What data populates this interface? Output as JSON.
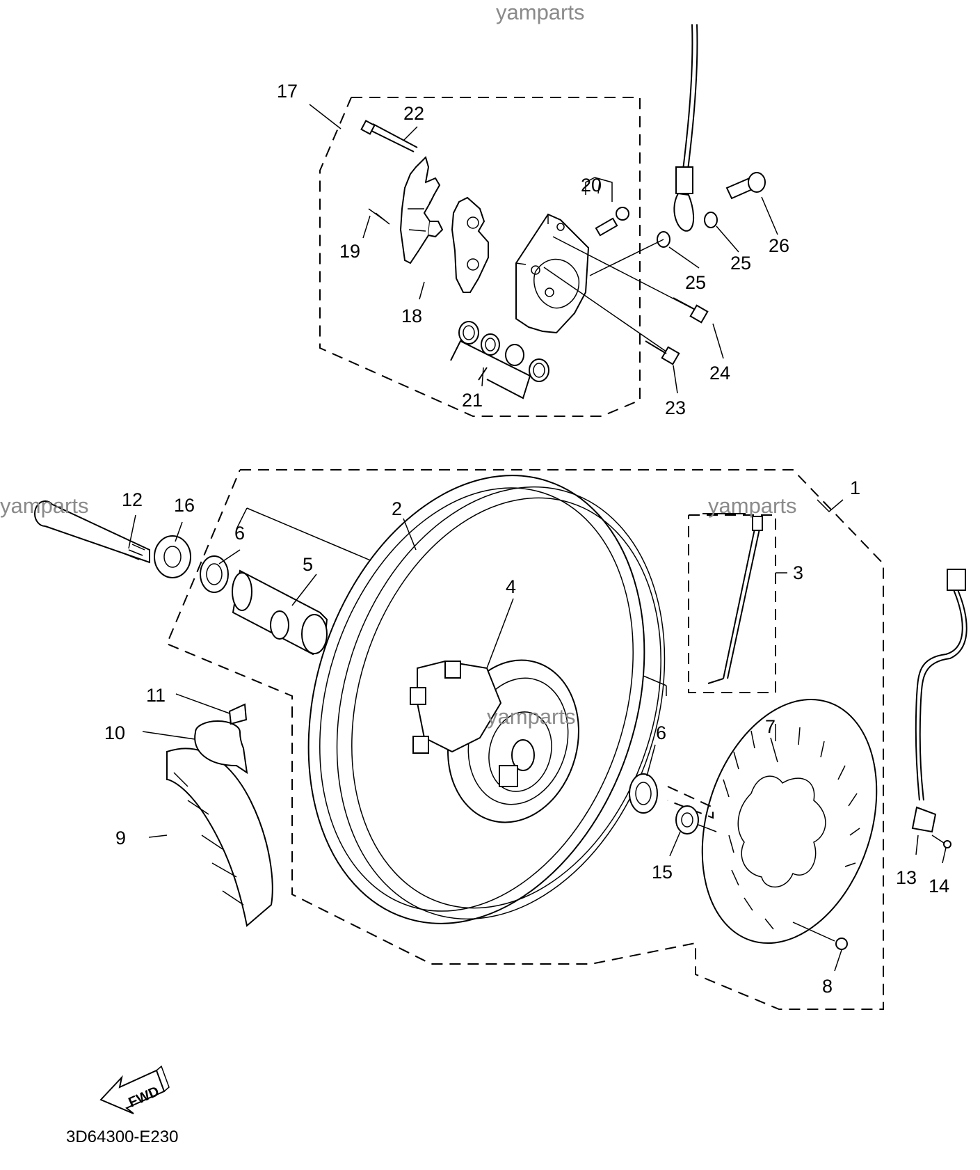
{
  "watermarks": [
    "yamparts",
    "yamparts",
    "yamparts",
    "yamparts"
  ],
  "callouts": {
    "c1": "1",
    "c2": "2",
    "c3": "3",
    "c4": "4",
    "c5": "5",
    "c6a": "6",
    "c6b": "6",
    "c7": "7",
    "c8": "8",
    "c9": "9",
    "c10": "10",
    "c11": "11",
    "c12": "12",
    "c13": "13",
    "c14": "14",
    "c15": "15",
    "c16": "16",
    "c17": "17",
    "c18": "18",
    "c19": "19",
    "c20": "20",
    "c21": "21",
    "c22": "22",
    "c23": "23",
    "c24": "24",
    "c25a": "25",
    "c25b": "25",
    "c26": "26"
  },
  "fwd_label": "FWD",
  "diagram_code": "3D64300-E230"
}
